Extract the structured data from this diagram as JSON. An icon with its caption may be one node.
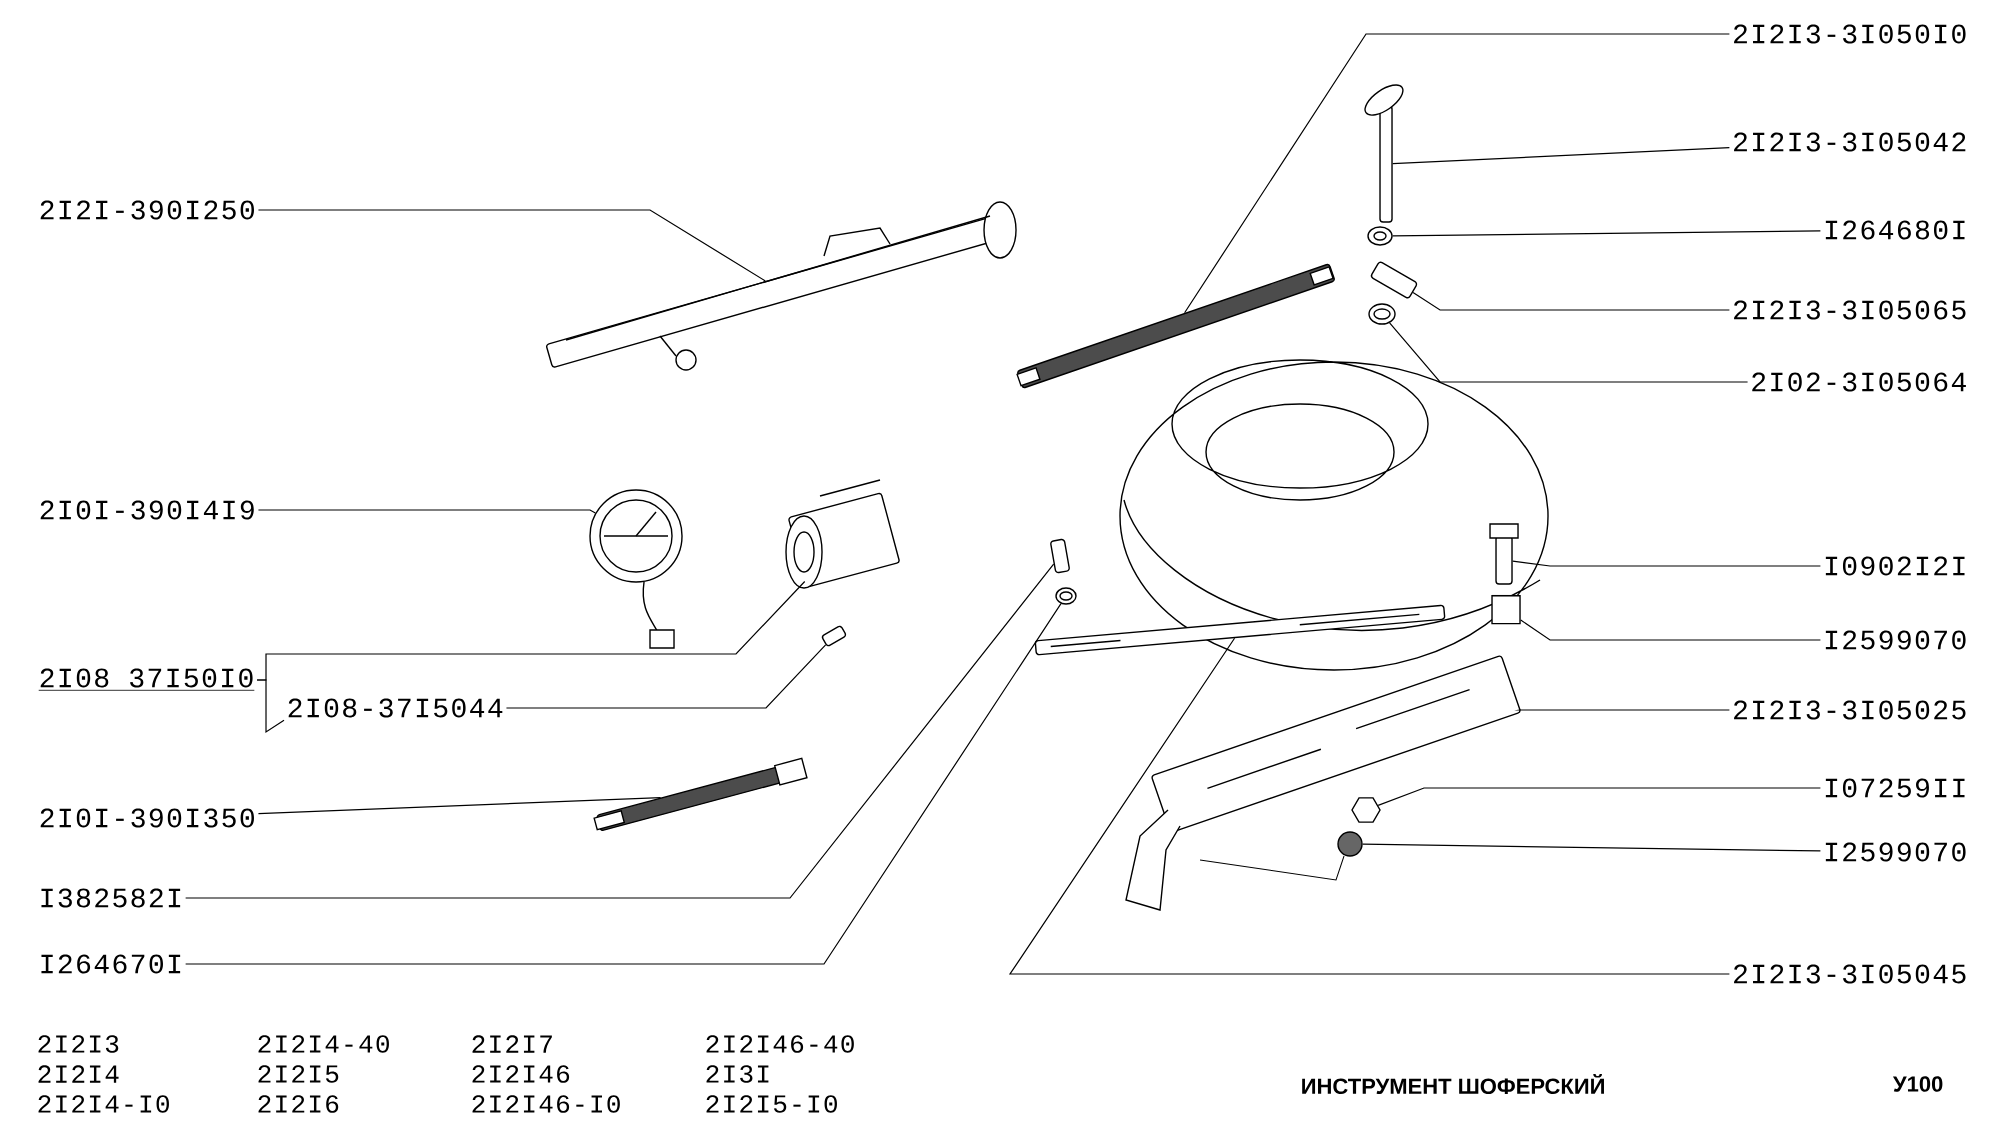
{
  "diagram": {
    "title": "ИНСТРУМЕНТ ШОФЕРСКИЙ",
    "nodes": [
      {
        "text": [
          "2I2I-390I250"
        ]
      },
      {
        "text": [
          "2I2I3-3I050I0"
        ]
      },
      {
        "text": [
          "2I2I3-3I05042"
        ]
      },
      {
        "text": [
          "I264680I"
        ]
      },
      {
        "text": [
          "2I2I3-3I05065"
        ]
      },
      {
        "text": [
          "2I02-3I05064"
        ]
      },
      {
        "text": [
          "2I0I-390I4I9"
        ]
      },
      {
        "text": [
          "I0902I2I"
        ]
      },
      {
        "text": [
          "I2599070"
        ]
      },
      {
        "text": [
          "2I08 37I50I0"
        ]
      },
      {
        "text": [
          "2I08-37I5044"
        ]
      },
      {
        "text": [
          "2I2I3-3I05025"
        ]
      },
      {
        "text": [
          "2I0I-390I350"
        ]
      },
      {
        "text": [
          "I07259II"
        ]
      },
      {
        "text": [
          "I2599070"
        ]
      },
      {
        "text": [
          "I382582I"
        ]
      },
      {
        "text": [
          "2I2I3-3I05045"
        ]
      },
      {
        "text": [
          "I264670I"
        ]
      },
      {
        "text": [],
        "shape": "picture"
      },
      {
        "text": [],
        "shape": "picture"
      },
      {
        "text": [],
        "shape": "picture"
      },
      {
        "text": [],
        "shape": "picture"
      },
      {
        "text": [],
        "shape": "picture"
      },
      {
        "text": [],
        "shape": "picture"
      },
      {
        "text": [],
        "shape": "picture"
      },
      {
        "text": [],
        "shape": "picture"
      },
      {
        "text": [],
        "shape": "cylinder"
      },
      {
        "text": [],
        "shape": "picture"
      },
      {
        "text": [],
        "shape": "picture"
      },
      {
        "text": [],
        "shape": "picture"
      },
      {
        "text": [],
        "shape": "picture"
      },
      {
        "text": [],
        "shape": "picture"
      },
      {
        "text": [],
        "shape": "circle"
      },
      {
        "text": [],
        "shape": "picture"
      },
      {
        "text": [],
        "shape": "picture"
      },
      {
        "text": [],
        "shape": "picture"
      }
    ],
    "edges": [
      {
        "from": 0,
        "to": 18,
        "arrow": "none"
      },
      {
        "from": 1,
        "to": 19,
        "arrow": "none"
      },
      {
        "from": 2,
        "to": 20,
        "arrow": "none"
      },
      {
        "from": 3,
        "to": 21,
        "arrow": "none"
      },
      {
        "from": 4,
        "to": 22,
        "arrow": "none"
      },
      {
        "from": 5,
        "to": 23,
        "arrow": "none"
      },
      {
        "from": 6,
        "to": 24,
        "arrow": "none"
      },
      {
        "from": 7,
        "to": 25,
        "arrow": "none"
      },
      {
        "from": 8,
        "to": 26,
        "arrow": "none"
      },
      {
        "from": 9,
        "to": 27,
        "arrow": "none"
      },
      {
        "from": 10,
        "to": 28,
        "arrow": "none"
      },
      {
        "from": 11,
        "to": 29,
        "arrow": "none"
      },
      {
        "from": 12,
        "to": 30,
        "arrow": "none"
      },
      {
        "from": 13,
        "to": 31,
        "arrow": "none"
      },
      {
        "from": 14,
        "to": 32,
        "arrow": "none"
      },
      {
        "from": 15,
        "to": 33,
        "arrow": "none"
      },
      {
        "from": 16,
        "to": 34,
        "arrow": "none"
      },
      {
        "from": 17,
        "to": 35,
        "arrow": "none"
      },
      {
        "from": 9,
        "to": 10,
        "arrow": "none"
      }
    ],
    "labels": [
      "2I2I3",
      "2I2I4-40",
      "2I2I7",
      "2I2I46-40",
      "2I2I4",
      "2I2I5",
      "2I2I46",
      "2I3I",
      "2I2I4-I0",
      "2I2I6",
      "2I2I46-I0",
      "2I2I5-I0",
      "У100"
    ]
  }
}
